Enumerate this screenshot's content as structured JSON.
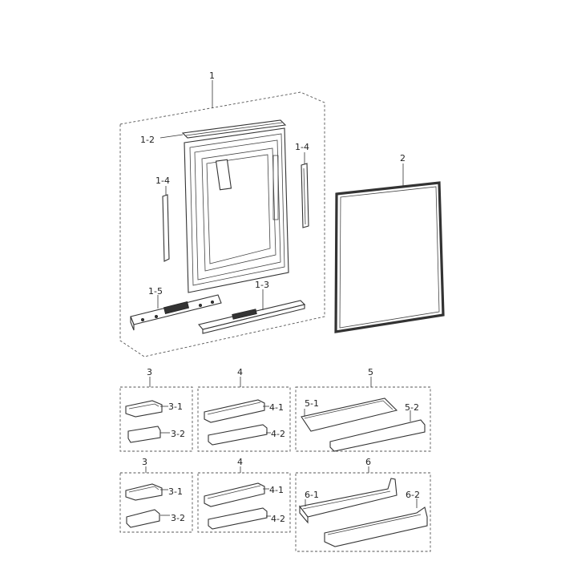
{
  "callouts": {
    "door_assy": "1",
    "door_cap": "1-2",
    "gasket_strip_left": "1-4",
    "gasket_strip_right": "1-4",
    "front_panel": "1-5",
    "handle_bar": "1-3",
    "gasket": "2"
  },
  "groups": [
    {
      "id": "3",
      "upper": "3-1",
      "lower": "3-2"
    },
    {
      "id": "4",
      "upper": "4-1",
      "lower": "4-2"
    },
    {
      "id": "5",
      "upper": "5-1",
      "lower": "5-2"
    },
    {
      "id": "3",
      "upper": "3-1",
      "lower": "3-2"
    },
    {
      "id": "4",
      "upper": "4-1",
      "lower": "4-2"
    },
    {
      "id": "6",
      "upper": "6-1",
      "lower": "6-2"
    }
  ]
}
